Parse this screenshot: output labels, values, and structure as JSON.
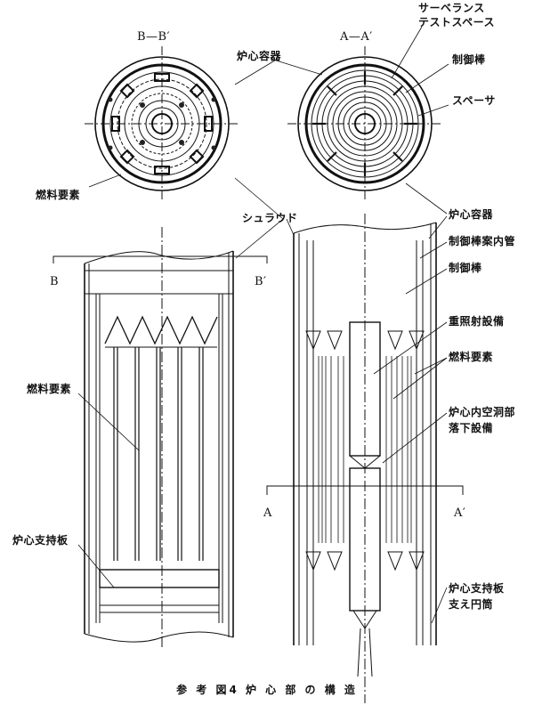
{
  "labels": {
    "section_bb": "B—B′",
    "section_aa": "A—A′",
    "surveillance_1": "サーベランス",
    "surveillance_2": "テストスペース",
    "control_rod_top": "制御棒",
    "spacer": "スペーサ",
    "core_vessel_top": "炉心容器",
    "fuel_element_top": "燃料要素",
    "shroud": "シュラウド",
    "core_vessel_right": "炉心容器",
    "control_rod_guide_tube": "制御棒案内管",
    "control_rod_right": "制御棒",
    "heavy_irradiation": "重照射設備",
    "fuel_element_right": "燃料要素",
    "cavity_1": "炉心内空洞部",
    "cavity_2": "落下設備",
    "fuel_element_left": "燃料要素",
    "core_support_left": "炉心支持板",
    "core_support_right": "炉心支持板",
    "support_cylinder": "支え円筒",
    "cut_b_left": "B",
    "cut_b_right": "B′",
    "cut_a_left": "A",
    "cut_a_right": "A′"
  },
  "caption": "参 考 図4 炉 心 部 の 構 造"
}
